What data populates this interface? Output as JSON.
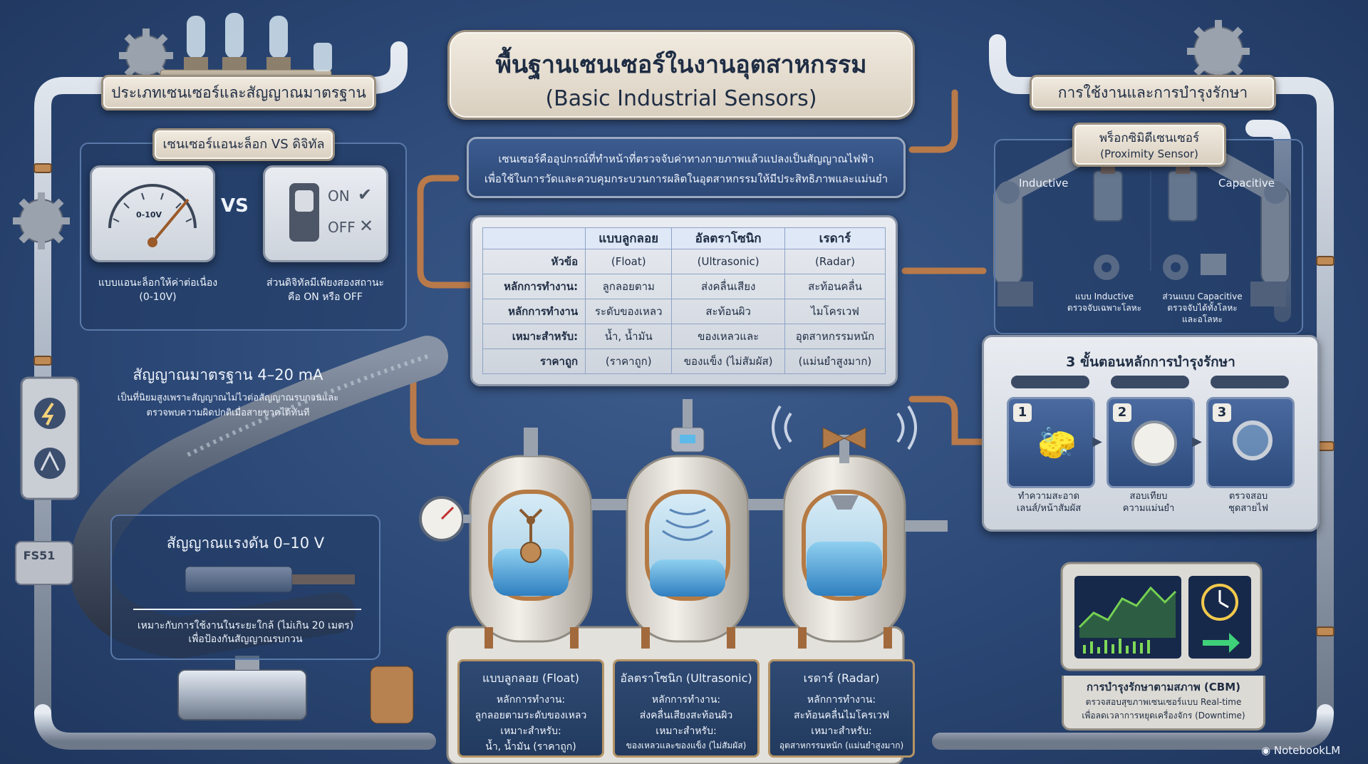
{
  "title": {
    "thai": "พื้นฐานเซนเซอร์ในงานอุตสาหกรรม",
    "english": "(Basic Industrial Sensors)"
  },
  "left_section": {
    "header": "ประเภทเซนเซอร์และสัญญาณมาตรฐาน",
    "compare_title": "เซนเซอร์แอนะล็อก VS ดิจิทัล",
    "gauge_label": "0-10V",
    "vs": "VS",
    "switch_on": "ON",
    "switch_off": "OFF",
    "analog_caption_1": "แบบแอนะล็อกให้ค่าต่อเนื่อง",
    "analog_caption_2": "(0-10V)",
    "digital_caption_1": "ส่วนดิจิทัลมีเพียงสองสถานะ",
    "digital_caption_2": "คือ ON หรือ OFF",
    "current_title": "สัญญาณมาตรฐาน 4–20 mA",
    "current_desc_1": "เป็นที่นิยมสูงเพราะสัญญาณไม่ไวต่อสัญญาณรบกวนและ",
    "current_desc_2": "ตรวจพบความผิดปกติเมื่อสายขาดได้ทันที",
    "voltage_title": "สัญญาณแรงดัน 0–10 V",
    "voltage_desc_1": "เหมาะกับการใช้งานในระยะใกล้ (ไม่เกิน 20 เมตร)",
    "voltage_desc_2": "เพื่อป้องกันสัญญาณรบกวน",
    "meter_text": "FS51"
  },
  "intro": {
    "line1": "เซนเซอร์คืออุปกรณ์ที่ทำหน้าที่ตรวจจับค่าทางกายภาพแล้วแปลงเป็นสัญญาณไฟฟ้า",
    "line2": "เพื่อใช้ในการวัดและควบคุมกระบวนการผลิตในอุตสาหกรรมให้มีประสิทธิภาพและแม่นยำ"
  },
  "table": {
    "headers": [
      "",
      "แบบลูกลอย",
      "อัลตราโซนิก",
      "เรดาร์"
    ],
    "rows": [
      [
        "หัวข้อ",
        "(Float)",
        "(Ultrasonic)",
        "(Radar)"
      ],
      [
        "หลักการทำงาน:",
        "ลูกลอยตาม",
        "ส่งคลื่นเสียง",
        "สะท้อนคลื่น"
      ],
      [
        "หลักการทำงาน",
        "ระดับของเหลว",
        "สะท้อนผิว",
        "ไมโครเวฟ"
      ],
      [
        "เหมาะสำหรับ:",
        "น้ำ, น้ำมัน",
        "ของเหลวและ",
        "อุตสาหกรรมหนัก"
      ],
      [
        "ราคาถูก",
        "(ราคาถูก)",
        "ของแข็ง (ไม่สัมผัส)",
        "(แม่นยำสูงมาก)"
      ]
    ]
  },
  "bottom_cards": [
    {
      "title": "แบบลูกลอย (Float)",
      "l1": "หลักการทำงาน:",
      "l2": "ลูกลอยตามระดับของเหลว",
      "l3": "เหมาะสำหรับ:",
      "l4": "น้ำ, น้ำมัน (ราคาถูก)"
    },
    {
      "title": "อัลตราโซนิก (Ultrasonic)",
      "l1": "หลักการทำงาน:",
      "l2": "ส่งคลื่นเสียงสะท้อนผิว",
      "l3": "เหมาะสำหรับ:",
      "l4": "ของเหลวและของแข็ง (ไม่สัมผัส)"
    },
    {
      "title": "เรดาร์ (Radar)",
      "l1": "หลักการทำงาน:",
      "l2": "สะท้อนคลื่นไมโครเวฟ",
      "l3": "เหมาะสำหรับ:",
      "l4": "อุตสาหกรรมหนัก (แม่นยำสูงมาก)"
    }
  ],
  "right_section": {
    "header": "การใช้งานและการบำรุงรักษา",
    "proximity_title": "พร็อกซิมิตีเซนเซอร์",
    "proximity_sub": "(Proximity Sensor)",
    "inductive_label": "Inductive",
    "capacitive_label": "Capacitive",
    "inductive_desc_1": "แบบ Inductive",
    "inductive_desc_2": "ตรวจจับเฉพาะโลหะ",
    "capacitive_desc_1": "ส่วนแบบ Capacitive",
    "capacitive_desc_2": "ตรวจจับได้ทั้งโลหะ",
    "capacitive_desc_3": "และอโลหะ",
    "maint_title": "3 ขั้นตอนหลักการบำรุงรักษา",
    "steps": [
      {
        "num": "1",
        "c1": "ทำความสะอาด",
        "c2": "เลนส์/หน้าสัมผัส"
      },
      {
        "num": "2",
        "c1": "สอบเทียบ",
        "c2": "ความแม่นยำ"
      },
      {
        "num": "3",
        "c1": "ตรวจสอบ",
        "c2": "ชุดสายไฟ"
      }
    ],
    "cbm_title": "การบำรุงรักษาตามสภาพ (CBM)",
    "cbm_line1": "ตรวจสอบสุขภาพเซนเซอร์แบบ Real-time",
    "cbm_line2": "เพื่อลดเวลาการหยุดเครื่องจักร (Downtime)"
  },
  "footer": {
    "brand": "NotebookLM"
  }
}
